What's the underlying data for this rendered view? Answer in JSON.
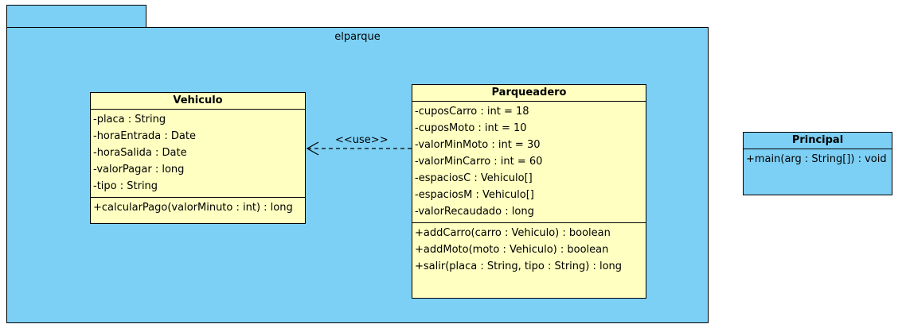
{
  "package": {
    "name": "elparque"
  },
  "classes": {
    "vehiculo": {
      "name": "Vehiculo",
      "attributes": [
        "-placa : String",
        "-horaEntrada : Date",
        "-horaSalida : Date",
        "-valorPagar : long",
        "-tipo : String"
      ],
      "operations": [
        "+calcularPago(valorMinuto : int) : long"
      ]
    },
    "parqueadero": {
      "name": "Parqueadero",
      "attributes": [
        "-cuposCarro : int = 18",
        "-cuposMoto : int = 10",
        "-valorMinMoto : int = 30",
        "-valorMinCarro : int = 60",
        "-espaciosC : Vehiculo[]",
        "-espaciosM : Vehiculo[]",
        "-valorRecaudado : long"
      ],
      "operations": [
        "+addCarro(carro : Vehiculo) : boolean",
        "+addMoto(moto : Vehiculo) : boolean",
        "+salir(placa : String, tipo : String) : long"
      ]
    },
    "principal": {
      "name": "Principal",
      "operations": [
        "+main(arg : String[]) : void"
      ]
    }
  },
  "relationship": {
    "type": "dependency",
    "from": "Parqueadero",
    "to": "Vehiculo",
    "label": "<<use>>"
  },
  "colors": {
    "package_fill": "#7dd0f5",
    "class_fill": "#ffffc2",
    "line": "#000000"
  }
}
